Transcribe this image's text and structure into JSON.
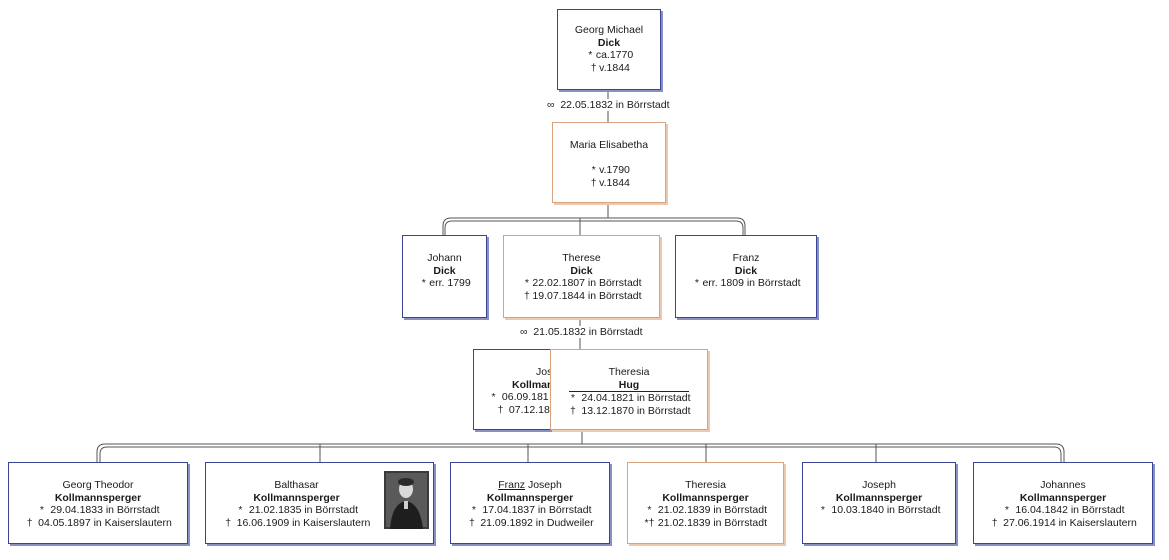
{
  "root": {
    "given": "Georg Michael",
    "surname": "Dick",
    "birth": "ca.1770",
    "death": "v.1844",
    "birth_symbol": "*",
    "death_symbol": "†"
  },
  "marriage1": {
    "symbol": "∞",
    "text": "22.05.1832 in Börrstadt"
  },
  "spouse1": {
    "given": "Maria Elisabetha",
    "birth": "v.1790",
    "death": "v.1844"
  },
  "gen2": [
    {
      "given": "Johann",
      "surname": "Dick",
      "birth": "err. 1799"
    },
    {
      "given": "Therese",
      "surname": "Dick",
      "birth": "22.02.1807 in Börrstadt",
      "death": "19.07.1844 in Börrstadt"
    },
    {
      "given": "Franz",
      "surname": "Dick",
      "birth": "err. 1809 in Börrstadt"
    }
  ],
  "marriage2": {
    "symbol": "∞",
    "text": "21.05.1832 in Börrstadt"
  },
  "husband2": {
    "given": "Jos",
    "surname": "Kollman",
    "birth": "06.09.181",
    "death": "07.12.187"
  },
  "wife2": {
    "given": "Theresia",
    "surname": "Hug",
    "birth": "24.04.1821 in Börrstadt",
    "death": "13.12.1870 in Börrstadt"
  },
  "gen4": [
    {
      "given": "Georg Theodor",
      "surname": "Kollmannsperger",
      "birth": "29.04.1833 in Börrstadt",
      "death": "04.05.1897 in Kaiserslautern"
    },
    {
      "given": "Balthasar",
      "surname": "Kollmannsperger",
      "birth": "21.02.1835 in Börrstadt",
      "death": "16.06.1909 in Kaiserslautern"
    },
    {
      "given_underlined": "Franz",
      "given_rest": " Joseph",
      "surname": "Kollmannsperger",
      "birth": "17.04.1837 in Börrstadt",
      "death": "21.09.1892 in Dudweiler"
    },
    {
      "given": "Theresia",
      "surname": "Kollmannsperger",
      "birth": "21.02.1839 in Börrstadt",
      "death": "21.02.1839 in Börrstadt",
      "death_symbol": "*†"
    },
    {
      "given": "Joseph",
      "surname": "Kollmannsperger",
      "birth": "10.03.1840 in Börrstadt"
    },
    {
      "given": "Johannes",
      "surname": "Kollmannsperger",
      "birth": "16.04.1842 in Börrstadt",
      "death": "27.06.1914 in Kaiserslautern"
    }
  ]
}
